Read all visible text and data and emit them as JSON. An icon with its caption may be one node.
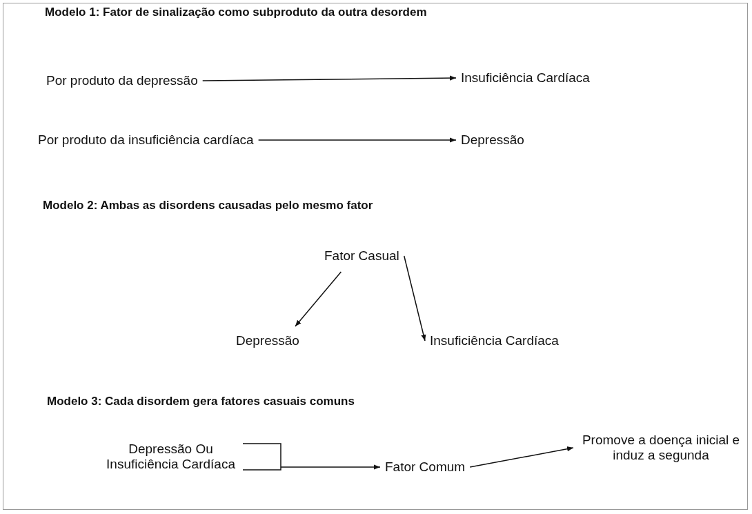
{
  "diagram": {
    "nodes": [
      {
        "text": [
          "Por produto da depressão"
        ]
      },
      {
        "text": [
          "Insuficiência Cardíaca"
        ]
      },
      {
        "text": [
          "Por produto da insuficiência cardíaca"
        ]
      },
      {
        "text": [
          "Depressão"
        ]
      },
      {
        "text": [
          "Fator Casual"
        ]
      },
      {
        "text": [
          "Depressão"
        ]
      },
      {
        "text": [
          "Insuficiência Cardíaca"
        ]
      },
      {
        "text": [
          "Depressão Ou Insuficiência Cardíaca"
        ]
      },
      {
        "text": [
          "Fator Comum"
        ]
      },
      {
        "text": [
          "Promove a doença inicial e induz a segunda"
        ]
      }
    ],
    "edges": [
      {
        "from": 0,
        "to": 1,
        "arrow": "to"
      },
      {
        "from": 2,
        "to": 3,
        "arrow": "to"
      },
      {
        "from": 4,
        "to": 5,
        "arrow": "to"
      },
      {
        "from": 4,
        "to": 6,
        "arrow": "to"
      },
      {
        "from": 7,
        "to": 8,
        "arrow": "to"
      },
      {
        "from": 8,
        "to": 9,
        "arrow": "to"
      }
    ],
    "labels": [
      "Modelo 1: Fator de sinalização como subproduto da outra desordem",
      "Modelo 2: Ambas as disordens causadas pelo mesmo fator",
      "Modelo 3: Cada disordem gera fatores casuais comuns"
    ]
  }
}
